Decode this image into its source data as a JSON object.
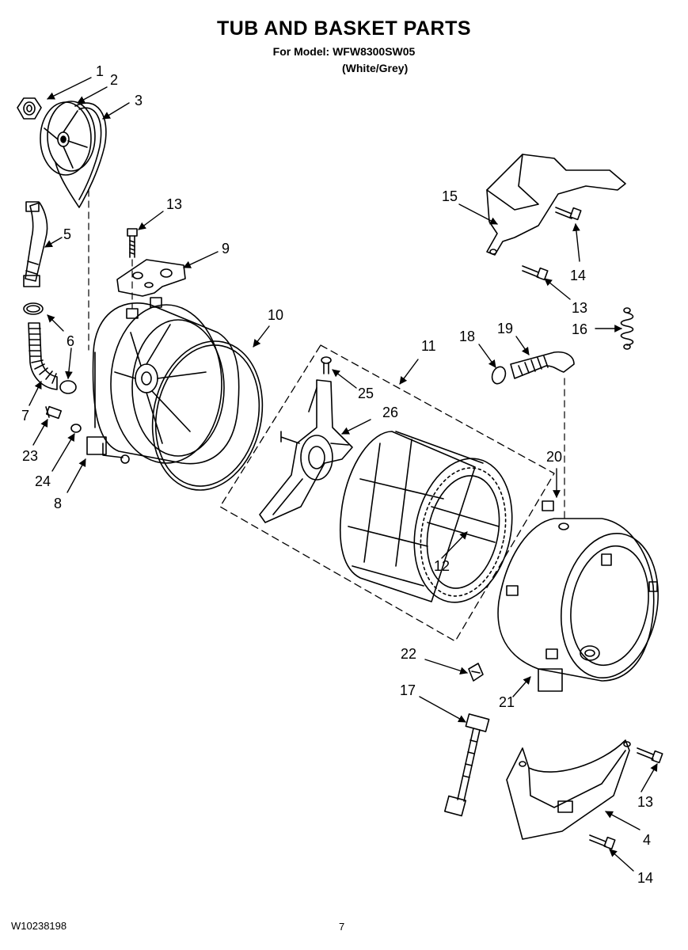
{
  "header": {
    "title": "TUB AND BASKET PARTS",
    "model_line": "For Model: WFW8300SW05",
    "color_line": "(White/Grey)"
  },
  "footer": {
    "doc_number": "W10238198",
    "page_number": "7"
  },
  "callouts": [
    {
      "id": "callout-1",
      "label": "1"
    },
    {
      "id": "callout-2",
      "label": "2"
    },
    {
      "id": "callout-3",
      "label": "3"
    },
    {
      "id": "callout-5",
      "label": "5"
    },
    {
      "id": "callout-13a",
      "label": "13"
    },
    {
      "id": "callout-9",
      "label": "9"
    },
    {
      "id": "callout-10",
      "label": "10"
    },
    {
      "id": "callout-6",
      "label": "6"
    },
    {
      "id": "callout-7",
      "label": "7"
    },
    {
      "id": "callout-23",
      "label": "23"
    },
    {
      "id": "callout-24",
      "label": "24"
    },
    {
      "id": "callout-8",
      "label": "8"
    },
    {
      "id": "callout-11",
      "label": "11"
    },
    {
      "id": "callout-25",
      "label": "25"
    },
    {
      "id": "callout-26",
      "label": "26"
    },
    {
      "id": "callout-12",
      "label": "12"
    },
    {
      "id": "callout-15",
      "label": "15"
    },
    {
      "id": "callout-14a",
      "label": "14"
    },
    {
      "id": "callout-13b",
      "label": "13"
    },
    {
      "id": "callout-18",
      "label": "18"
    },
    {
      "id": "callout-19",
      "label": "19"
    },
    {
      "id": "callout-16",
      "label": "16"
    },
    {
      "id": "callout-20",
      "label": "20"
    },
    {
      "id": "callout-22",
      "label": "22"
    },
    {
      "id": "callout-17",
      "label": "17"
    },
    {
      "id": "callout-21",
      "label": "21"
    },
    {
      "id": "callout-13c",
      "label": "13"
    },
    {
      "id": "callout-4",
      "label": "4"
    },
    {
      "id": "callout-14b",
      "label": "14"
    }
  ]
}
